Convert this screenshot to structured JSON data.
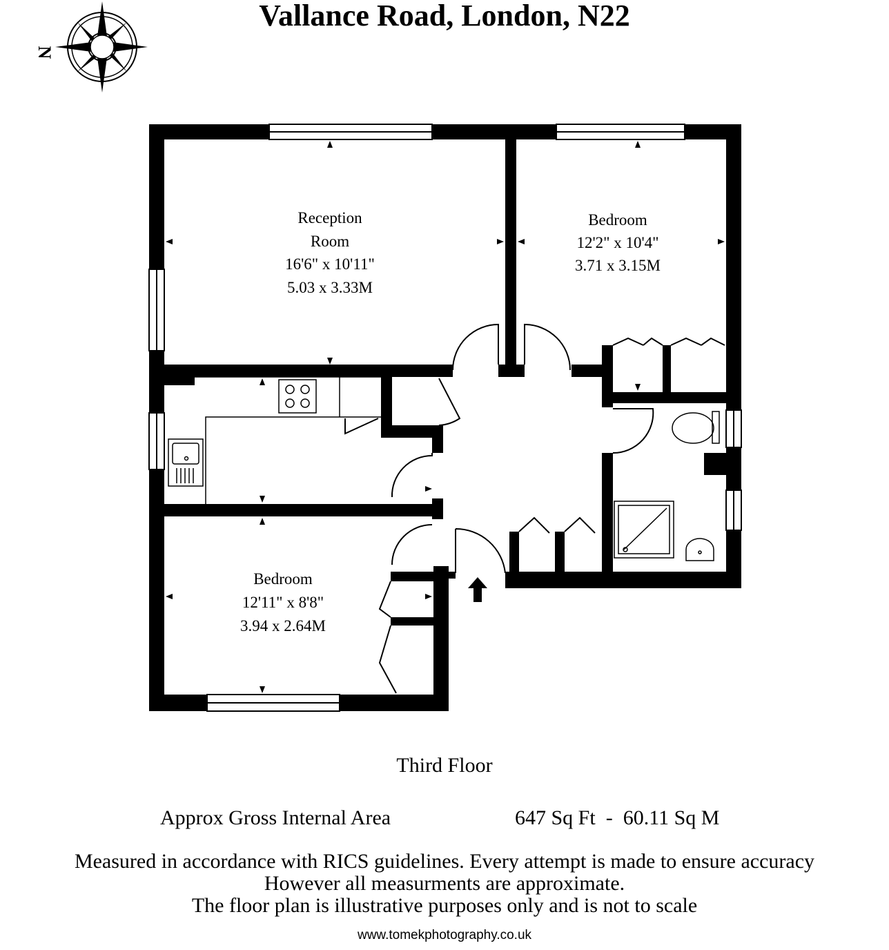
{
  "header": {
    "title": "Vallance Road, London, N22",
    "compass_letter": "N"
  },
  "rooms": {
    "reception": {
      "line1": "Reception",
      "line2": "Room",
      "imperial": "16'6\" x 10'11\"",
      "metric": "5.03 x 3.33M"
    },
    "bedroom_right": {
      "name": "Bedroom",
      "imperial": "12'2\" x 10'4\"",
      "metric": "3.71 x 3.15M"
    },
    "bedroom_lower": {
      "name": "Bedroom",
      "imperial": "12'11\" x 8'8\"",
      "metric": "3.94 x 2.64M"
    }
  },
  "footer": {
    "floor": "Third Floor",
    "area_label": "Approx Gross Internal Area",
    "area_value": "647 Sq Ft  -  60.11 Sq M",
    "disclaimer": [
      "Measured in accordance with RICS guidelines. Every attempt is made to ensure accuracy",
      "However all measurments are approximate.",
      "The floor plan is illustrative purposes only and is not to scale"
    ],
    "website": "www.tomekphotography.co.uk"
  }
}
